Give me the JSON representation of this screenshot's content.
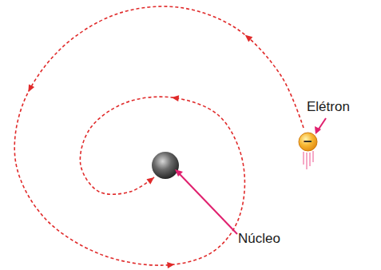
{
  "diagram": {
    "nodes": [
      {
        "text": [
          "−"
        ]
      }
    ],
    "labels": [
      "Elétron",
      "Núcleo"
    ]
  }
}
